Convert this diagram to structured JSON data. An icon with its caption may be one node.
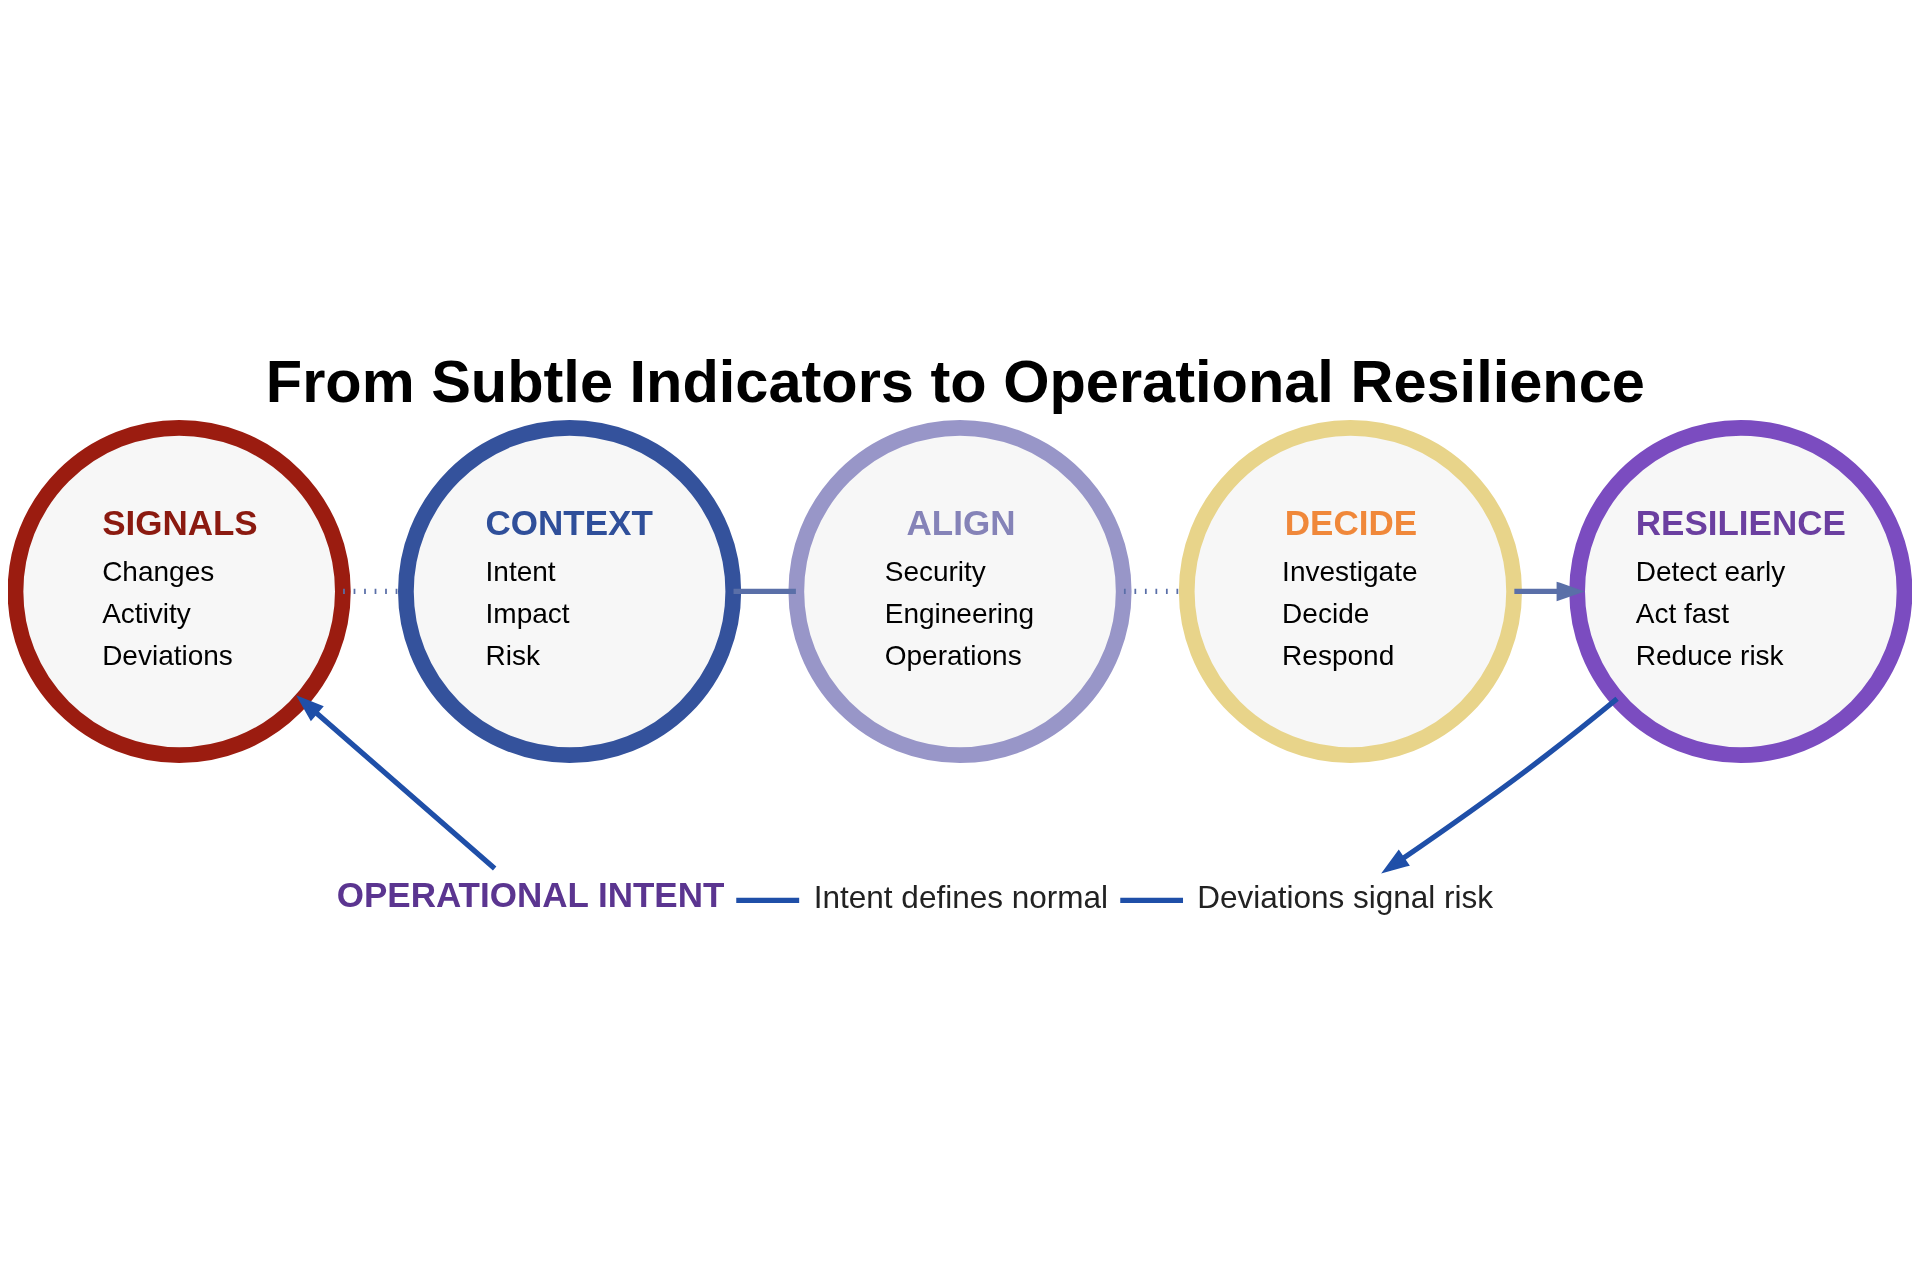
{
  "diagram": {
    "title": "From Subtle Indicators to Operational Resilience",
    "nodes": [
      {
        "text": [
          "SIGNALS",
          "Changes",
          "Activity",
          "Deviations"
        ]
      },
      {
        "text": [
          "CONTEXT",
          "Intent",
          "Impact",
          "Risk"
        ]
      },
      {
        "text": [
          "ALIGN",
          "Security",
          "Engineering",
          "Operations"
        ]
      },
      {
        "text": [
          "DECIDE",
          "Investigate",
          "Decide",
          "Respond"
        ]
      },
      {
        "text": [
          "RESILIENCE",
          "Detect early",
          "Act fast",
          "Reduce risk"
        ]
      },
      {
        "text": [
          "OPERATIONAL INTENT"
        ]
      },
      {
        "text": [
          "Intent defines normal"
        ]
      },
      {
        "text": [
          "Deviations signal risk"
        ]
      }
    ],
    "edges": [
      {
        "from": 0,
        "to": 1,
        "arrow": "none",
        "style": "dashed"
      },
      {
        "from": 1,
        "to": 2,
        "arrow": "none"
      },
      {
        "from": 2,
        "to": 3,
        "arrow": "none",
        "style": "dashed"
      },
      {
        "from": 3,
        "to": 4,
        "arrow": "to"
      },
      {
        "from": 4,
        "to": 7,
        "arrow": "to",
        "color": "#1f4fa8"
      },
      {
        "from": 7,
        "to": 6,
        "arrow": "none",
        "color": "#1f4fa8"
      },
      {
        "from": 6,
        "to": 5,
        "arrow": "none",
        "color": "#1f4fa8"
      },
      {
        "from": 5,
        "to": 0,
        "arrow": "to",
        "color": "#1f4fa8"
      }
    ]
  }
}
